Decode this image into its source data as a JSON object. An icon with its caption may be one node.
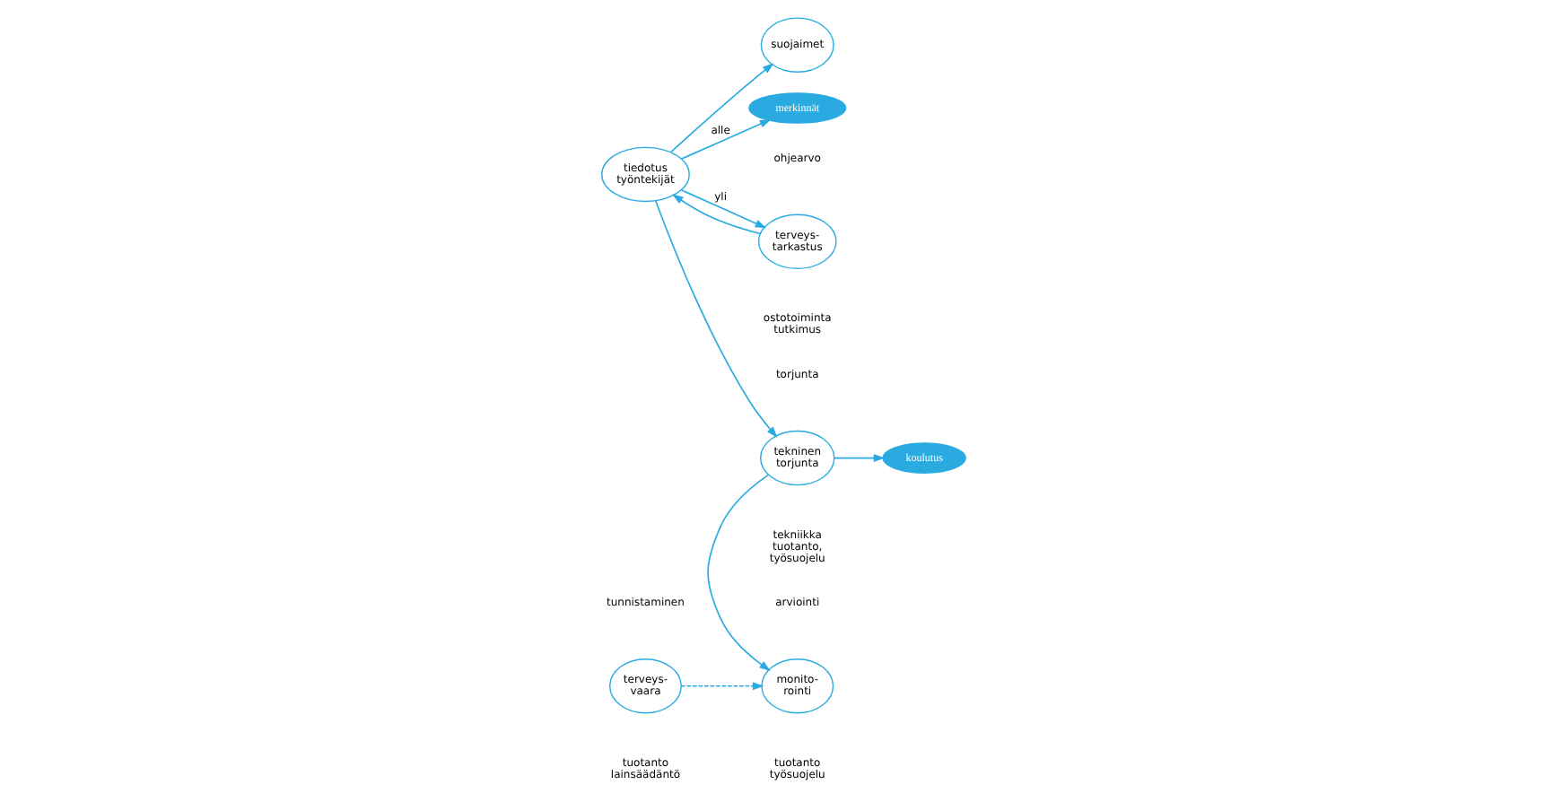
{
  "diagram": {
    "nodes": [
      {
        "text": [
          "terveys- vaara"
        ]
      },
      {
        "text": [
          "monito- rointi"
        ]
      },
      {
        "text": [
          "tiedotus työntekijät"
        ]
      },
      {
        "text": [
          "terveys- tarkastus"
        ]
      },
      {
        "text": [
          "tekninen torjunta"
        ]
      },
      {
        "text": [
          "suojaimet"
        ]
      },
      {
        "text": [
          "koulutus"
        ]
      },
      {
        "text": [
          "merkinnät"
        ]
      }
    ],
    "edges": [
      {
        "from": 0,
        "to": 1,
        "arrow": "to",
        "style": "dashed"
      },
      {
        "from": 2,
        "to": 3,
        "arrow": "to",
        "label": "yli"
      },
      {
        "from": 2,
        "to": 4,
        "arrow": "to"
      },
      {
        "from": 2,
        "to": 5,
        "arrow": "to"
      },
      {
        "from": 2,
        "to": 7,
        "arrow": "to",
        "label": "alle"
      },
      {
        "from": 3,
        "to": 2,
        "arrow": "to"
      },
      {
        "from": 4,
        "to": 1,
        "arrow": "to"
      },
      {
        "from": 4,
        "to": 6,
        "arrow": "to"
      }
    ],
    "labels": [
      "tunnistaminen",
      "arviointi",
      "torjunta",
      "ohjearvo",
      "tuotanto lainsäädäntö",
      "tuotanto työsuojelu",
      "ostotoiminta tutkimus",
      "tekniikka tuotanto, työsuojelu"
    ]
  }
}
